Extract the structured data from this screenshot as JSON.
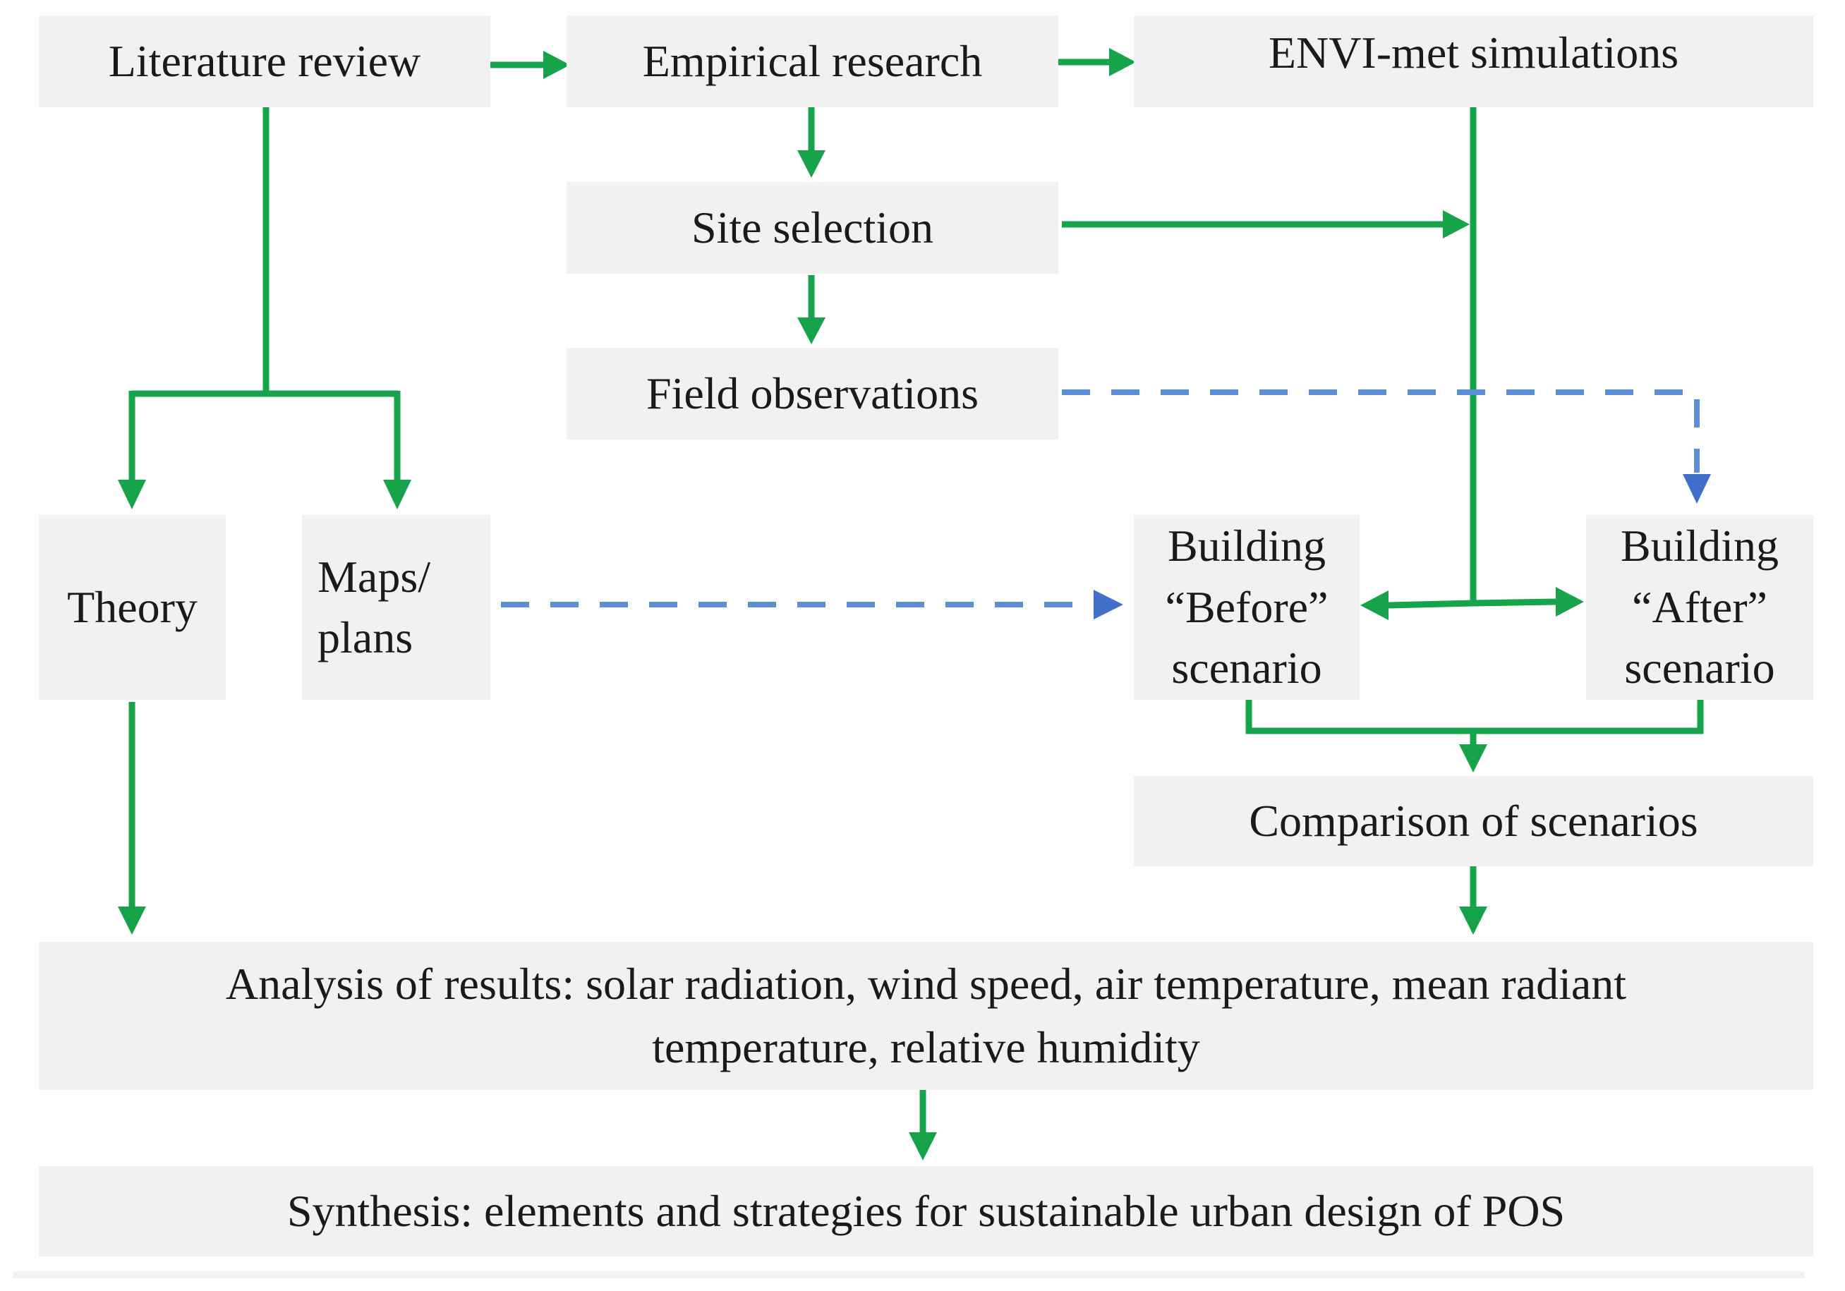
{
  "nodes": {
    "literature_review": "Literature review",
    "empirical_research": "Empirical research",
    "envi_met_simulations": "ENVI-met simulations",
    "site_selection": "Site selection",
    "field_observations": "Field observations",
    "theory": "Theory",
    "maps_plans": "Maps/\nplans",
    "building_before": "Building\n“Before”\nscenario",
    "building_after": "Building\n“After”\nscenario",
    "comparison": "Comparison of scenarios",
    "analysis": "Analysis of results: solar radiation, wind speed, air temperature, mean radiant\ntemperature, relative humidity",
    "synthesis": "Synthesis: elements and strategies for sustainable urban design of POS"
  },
  "colors": {
    "box_fill": "#f1f1f1",
    "flow_solid": "#16a34a",
    "flow_dashed": "#5b8fd6",
    "text": "#1a1a1a"
  }
}
